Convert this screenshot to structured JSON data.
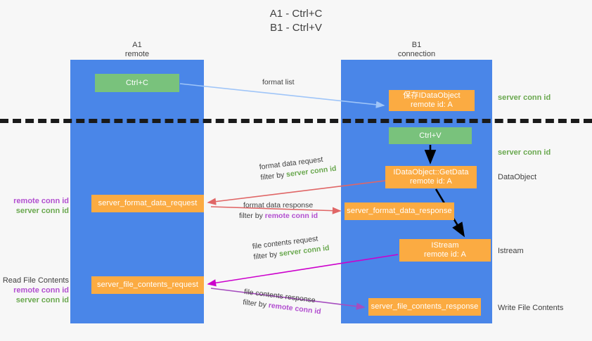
{
  "title": "A1 - Ctrl+C\nB1 - Ctrl+V",
  "colors": {
    "lane": "#4a86e8",
    "green_box": "#79c27c",
    "orange_box": "#fbab42",
    "server_conn_id": "#6aa84f",
    "remote_conn_id": "#b24fd0",
    "arrow_blue": "#9fc5f8",
    "arrow_red": "#e06666",
    "arrow_magenta": "#cc00cc",
    "arrow_purple": "#a64dbf",
    "arrow_black": "#000000",
    "separator": "#1a1a1a",
    "background": "#f7f7f7"
  },
  "lanes": [
    {
      "id": "a1",
      "title": "A1\nremote"
    },
    {
      "id": "b1",
      "title": "B1\nconnection"
    }
  ],
  "boxes": {
    "ctrl_c": "Ctrl+C",
    "save_idataobject": "保存IDataObject\nremote id: A",
    "ctrl_v": "Ctrl+V",
    "getdata": "IDataObject::GetData\nremote id: A",
    "istream": "IStream\nremote id: A",
    "server_format_data_request": "server_format_data_request",
    "server_format_data_response": "server_format_data_response",
    "server_file_contents_request": "server_file_contents_request",
    "server_file_contents_response": "server_file_contents_response"
  },
  "right_labels": {
    "server_conn_id_top": "server conn id",
    "server_conn_id_mid": "server conn id",
    "dataobject": "DataObject",
    "istream": "Istream",
    "write_file_contents": "Write File Contents"
  },
  "left_labels": {
    "remote_conn_id_1": "remote conn id",
    "server_conn_id_1": "server conn id",
    "read_file_contents": "Read File Contents",
    "remote_conn_id_2": "remote conn id",
    "server_conn_id_2": "server conn id"
  },
  "flows": {
    "format_list": "format list",
    "format_data_request": "format data request",
    "format_data_request_filter_prefix": "filter by ",
    "format_data_request_filter_key": "server conn id",
    "format_data_response": "format data response",
    "format_data_response_filter_prefix": "filter by ",
    "format_data_response_filter_key": "remote conn id",
    "file_contents_request": "file contents request",
    "file_contents_request_filter_prefix": "filter by ",
    "file_contents_request_filter_key": "server conn id",
    "file_contents_response": "file contents response",
    "file_contents_response_filter_prefix": "filter by ",
    "file_contents_response_filter_key": "remote conn id"
  }
}
